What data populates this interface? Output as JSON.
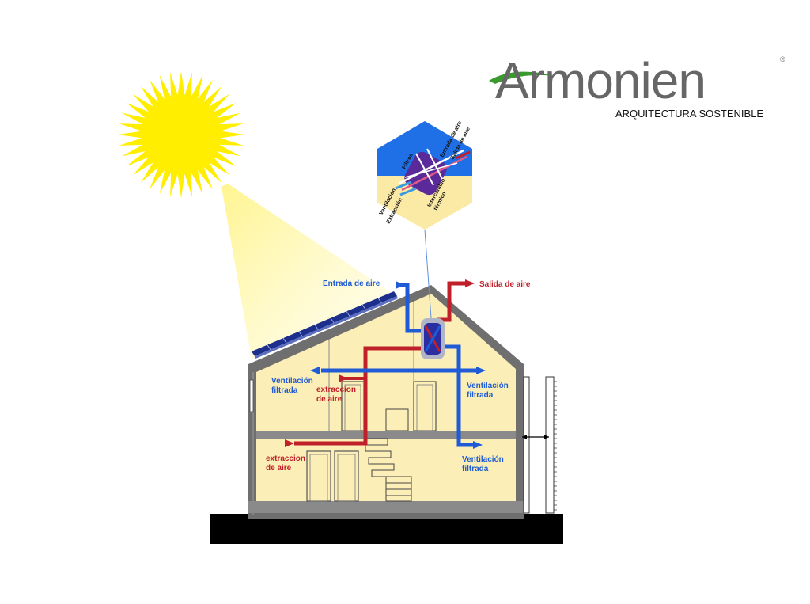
{
  "brand": {
    "name": "Armonien",
    "registered": "®",
    "tagline": "ARQUITECTURA SOSTENIBLE"
  },
  "detail": {
    "labels": {
      "filtros": "Filtros",
      "entrada": "Entrada de aire",
      "salida": "Salida de aire",
      "ventilacion": "Ventilación",
      "extraccion": "Extracción",
      "intercambio_1": "Intercambio",
      "intercambio_2": "térmico"
    }
  },
  "house": {
    "labels": {
      "entrada_aire": "Entrada de aire",
      "salida_aire": "Salida de aire",
      "vent_left_1": "Ventilación",
      "vent_left_2": "filtrada",
      "vent_right_1": "Ventilación",
      "vent_right_2": "filtrada",
      "vent_low_1": "Ventilación",
      "vent_low_2": "filtrada",
      "extr_up_1": "extraccion",
      "extr_up_2": "de aire",
      "extr_low_1": "extraccion",
      "extr_low_2": "de aire"
    }
  },
  "colors": {
    "blue_air": "#1f5bd6",
    "red_air": "#c0202a",
    "wall": "#6f6f6f",
    "interior": "#fbeeb6",
    "sun": "#ffee00",
    "ground": "#000000",
    "brand_green": "#3a9a2e"
  }
}
